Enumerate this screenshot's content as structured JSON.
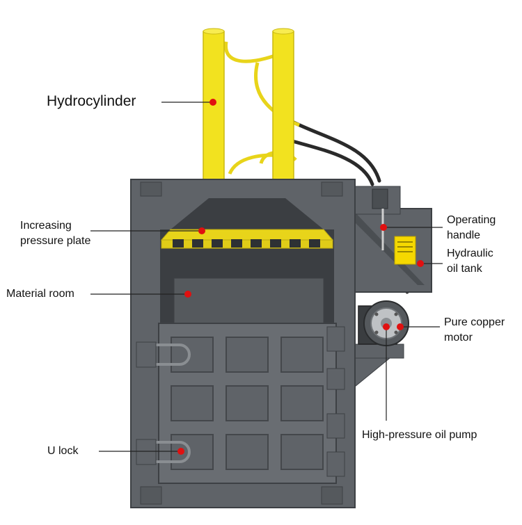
{
  "diagram": {
    "labels": {
      "hydrocylinder": "Hydrocylinder",
      "increasing_pressure_plate_line1": "Increasing",
      "increasing_pressure_plate_line2": "pressure plate",
      "material_room": "Material room",
      "u_lock": "U lock",
      "operating_handle_line1": "Operating",
      "operating_handle_line2": "handle",
      "hydraulic_oil_tank_line1": "Hydraulic",
      "hydraulic_oil_tank_line2": "oil tank",
      "pure_copper_motor_line1": "Pure copper",
      "pure_copper_motor_line2": "motor",
      "high_pressure_oil_pump": "High-pressure oil pump"
    },
    "colors": {
      "machine_body": "#5f6368",
      "machine_edge": "#3d4044",
      "panel": "#696d72",
      "cylinder": "#f2e21f",
      "pressure_plate": "#e8d41a",
      "hose": "#2a2a2a",
      "marker": "#e01010",
      "leader_line": "#222222",
      "warning_label": "#f5d800"
    }
  }
}
